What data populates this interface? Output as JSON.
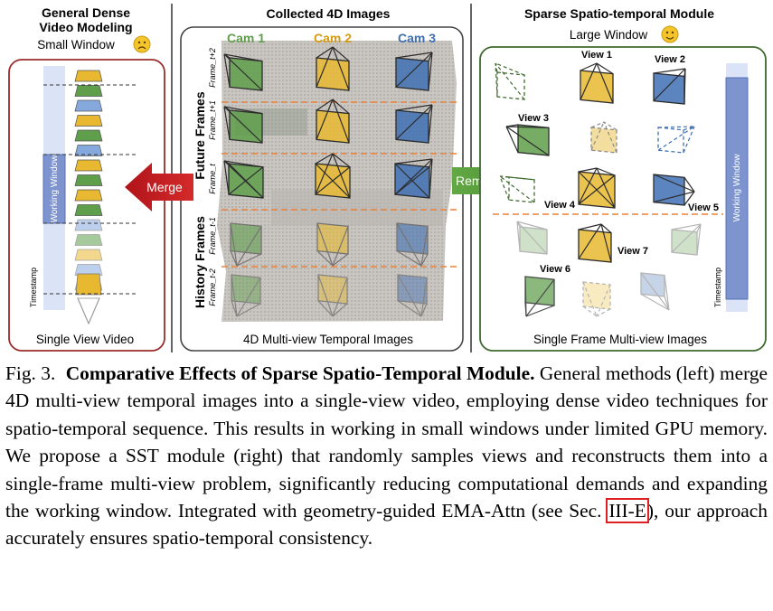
{
  "panels": {
    "left": {
      "title_line1": "General Dense",
      "title_line2": "Video Modeling",
      "subtitle": "Small Window",
      "emoji": "☹",
      "working_window": "Working Window",
      "timestamp": "Timestamp",
      "footer": "Single View Video"
    },
    "middle": {
      "title": "Collected 4D Images",
      "cams": [
        "Cam 1",
        "Cam 2",
        "Cam 3"
      ],
      "future_label": "Future Frames",
      "history_label": "History Frames",
      "frame_labels": [
        "Frame_t+2",
        "Frame_t+1",
        "Frame_t",
        "Frame_t-1",
        "Frame_t-2"
      ],
      "footer": "4D Multi-view Temporal Images"
    },
    "right": {
      "title": "Sparse Spatio-temporal Module",
      "subtitle": "Large Window",
      "emoji": "☺",
      "views": [
        "View 1",
        "View 2",
        "View 3",
        "View 4",
        "View 5",
        "View 6",
        "View 7"
      ],
      "working_window": "Working Window",
      "timestamp": "Timestamp",
      "footer": "Single Frame Multi-view Images"
    }
  },
  "arrows": {
    "merge": "Merge",
    "remodel": "Remodel"
  },
  "colors": {
    "left_border": "#9b2c2c",
    "right_border": "#3e6a2e",
    "merge_arrow": "#c0191f",
    "remodel_arrow": "#59a23a",
    "cam_green": "#5f9e4a",
    "cam_yellow": "#e8b830",
    "cam_blue": "#3f6fb3",
    "window_fill": "#7d94cf"
  },
  "caption": {
    "label": "Fig. 3.",
    "title": "Comparative Effects of Sparse Spatio-Temporal Module.",
    "body_before_ref": "General methods (left) merge 4D multi-view temporal images into a single-view video, employing dense video techniques for spatio-temporal sequence. This results in working in small windows under limited GPU memory. We propose a SST module (right) that randomly samples views and reconstructs them into a single-frame multi-view problem, significantly reducing computational demands and expanding the working window. Integrated with geometry-guided EMA-Attn (see Sec. ",
    "ref": "III-E",
    "body_after_ref": "), our approach accurately ensures spatio-temporal consistency."
  }
}
